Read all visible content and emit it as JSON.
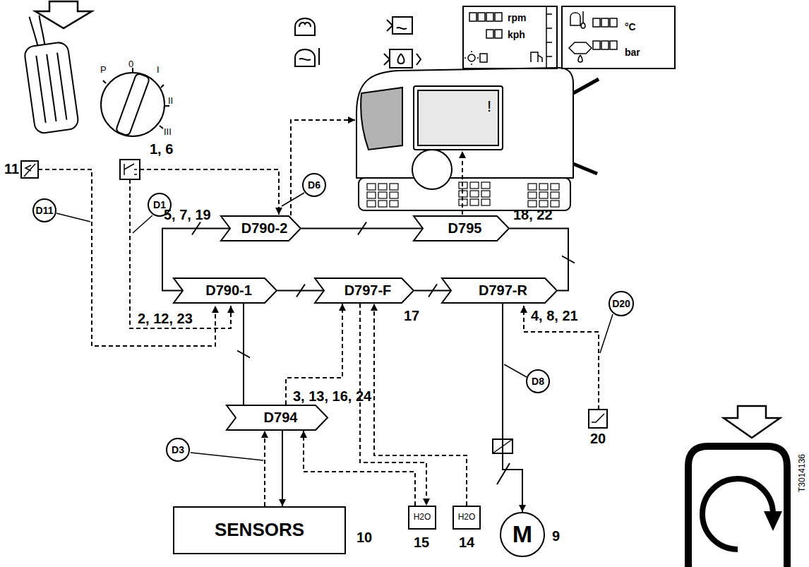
{
  "diagram": {
    "nodes": [
      {
        "text": [
          "rpm",
          "kph"
        ]
      },
      {
        "text": [
          "°C",
          "bar"
        ]
      },
      {
        "text": [
          "D6"
        ]
      },
      {
        "text": [
          "D11"
        ]
      },
      {
        "text": [
          "D1"
        ]
      },
      {
        "text": [
          "D790-2"
        ]
      },
      {
        "text": [
          "D795"
        ]
      },
      {
        "text": [
          "D790-1"
        ]
      },
      {
        "text": [
          "D797-F"
        ]
      },
      {
        "text": [
          "D797-R"
        ]
      },
      {
        "text": [
          "D8"
        ]
      },
      {
        "text": [
          "D20"
        ]
      },
      {
        "text": [
          "D794"
        ]
      },
      {
        "text": [
          "D3"
        ]
      },
      {
        "text": [
          "SENSORS"
        ]
      },
      {
        "text": [
          "H2O"
        ]
      },
      {
        "text": [
          "H2O"
        ]
      },
      {
        "text": [
          "M"
        ]
      }
    ],
    "edges": [
      {
        "from": 5,
        "to": 6,
        "arrow": "none"
      },
      {
        "from": 7,
        "to": 8,
        "arrow": "none"
      },
      {
        "from": 8,
        "to": 9,
        "arrow": "none"
      },
      {
        "from": 7,
        "to": 5,
        "arrow": "none"
      },
      {
        "from": 6,
        "to": 9,
        "arrow": "none"
      },
      {
        "from": 7,
        "to": 12,
        "arrow": "none"
      },
      {
        "from": 12,
        "to": 14,
        "arrow": "to"
      },
      {
        "from": 14,
        "to": 12,
        "arrow": "to"
      },
      {
        "from": 12,
        "to": 8,
        "arrow": "to"
      },
      {
        "from": 8,
        "to": 15,
        "arrow": "to"
      },
      {
        "from": 15,
        "to": 12,
        "arrow": "to"
      },
      {
        "from": 16,
        "to": 8,
        "arrow": "to"
      },
      {
        "from": 9,
        "to": 17,
        "arrow": "to"
      }
    ],
    "labels": [
      "1, 6",
      "5, 7, 19",
      "18, 22",
      "2, 12, 23",
      "17",
      "4, 8, 21",
      "3, 13, 16, 24",
      "11",
      "20",
      "15",
      "14",
      "9",
      "10",
      "P",
      "0",
      "I",
      "II",
      "III",
      "!",
      "T3014136"
    ]
  }
}
